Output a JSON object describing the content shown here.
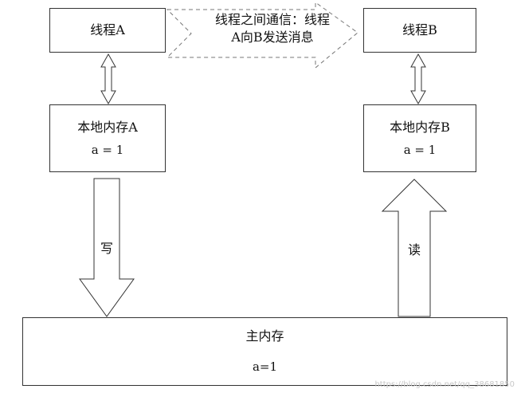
{
  "thread_a": {
    "label": "线程A"
  },
  "thread_b": {
    "label": "线程B"
  },
  "message": {
    "line1": "线程之间通信：线程",
    "line2": "A向B发送消息"
  },
  "local_memory_a": {
    "label": "本地内存A",
    "value": "a = 1"
  },
  "local_memory_b": {
    "label": "本地内存B",
    "value": "a = 1"
  },
  "write_arrow": {
    "label": "写"
  },
  "read_arrow": {
    "label": "读"
  },
  "main_memory": {
    "label": "主内存",
    "value": "a=1"
  },
  "watermark": {
    "text": "https://blog.csdn.net/qq_38681850"
  },
  "colors": {
    "stroke": "#333333",
    "dashed": "#777777",
    "text": "#111111",
    "watermark": "#c8c8c8"
  }
}
